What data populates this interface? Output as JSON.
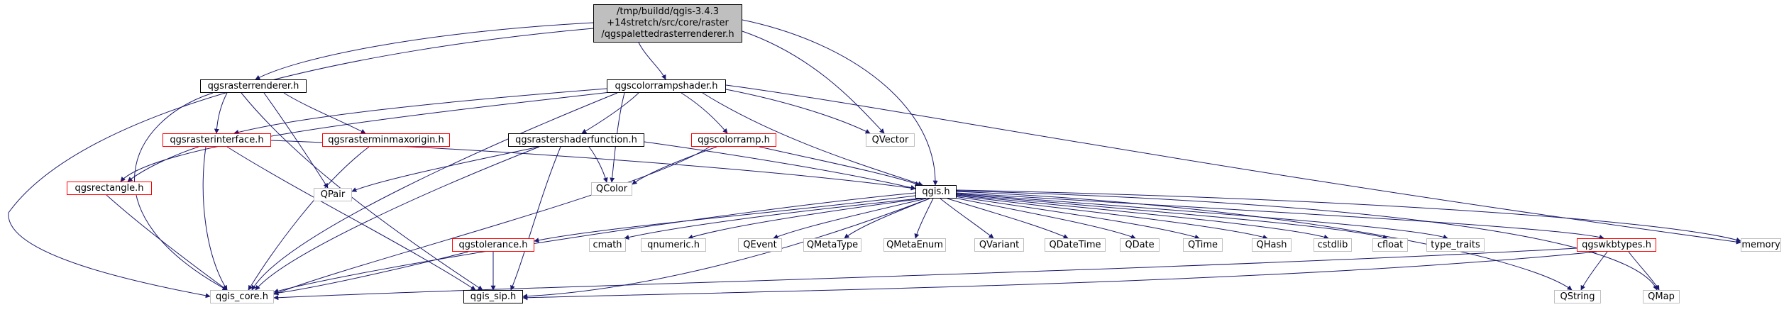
{
  "colors": {
    "edge": "#191970",
    "root_fill": "#bfbfbf",
    "linked_border": "#000000",
    "missing_border": "#ff0000",
    "external_border": "#bfbfbf"
  },
  "nodes": {
    "root": {
      "lines": [
        "/tmp/buildd/qgis-3.4.3",
        "+14stretch/src/core/raster",
        "/qgspalettedrasterrenderer.h"
      ]
    },
    "rasterrenderer": {
      "label": "qgsrasterrenderer.h"
    },
    "colorrampshader": {
      "label": "qgscolorrampshader.h"
    },
    "rasterinterface": {
      "label": "qgsrasterinterface.h"
    },
    "rasterminmaxorigin": {
      "label": "qgsrasterminmaxorigin.h"
    },
    "rastershaderfunction": {
      "label": "qgsrastershaderfunction.h"
    },
    "colorramp": {
      "label": "qgscolorramp.h"
    },
    "qvector": {
      "label": "QVector"
    },
    "rectangle": {
      "label": "qgsrectangle.h"
    },
    "qpair": {
      "label": "QPair"
    },
    "qcolor": {
      "label": "QColor"
    },
    "qgis": {
      "label": "qgis.h"
    },
    "memory": {
      "label": "memory"
    },
    "tolerance": {
      "label": "qgstolerance.h"
    },
    "cmath": {
      "label": "cmath"
    },
    "qnumeric": {
      "label": "qnumeric.h"
    },
    "qevent": {
      "label": "QEvent"
    },
    "qmetatype": {
      "label": "QMetaType"
    },
    "qmetaenum": {
      "label": "QMetaEnum"
    },
    "qvariant": {
      "label": "QVariant"
    },
    "qdatetime": {
      "label": "QDateTime"
    },
    "qdate": {
      "label": "QDate"
    },
    "qtime": {
      "label": "QTime"
    },
    "qhash": {
      "label": "QHash"
    },
    "cstdlib": {
      "label": "cstdlib"
    },
    "cfloat": {
      "label": "cfloat"
    },
    "typetraits": {
      "label": "type_traits"
    },
    "wkbtypes": {
      "label": "qgswkbtypes.h"
    },
    "qgiscore": {
      "label": "qgis_core.h"
    },
    "qgissip": {
      "label": "qgis_sip.h"
    },
    "qstring": {
      "label": "QString"
    },
    "qmap": {
      "label": "QMap"
    }
  }
}
